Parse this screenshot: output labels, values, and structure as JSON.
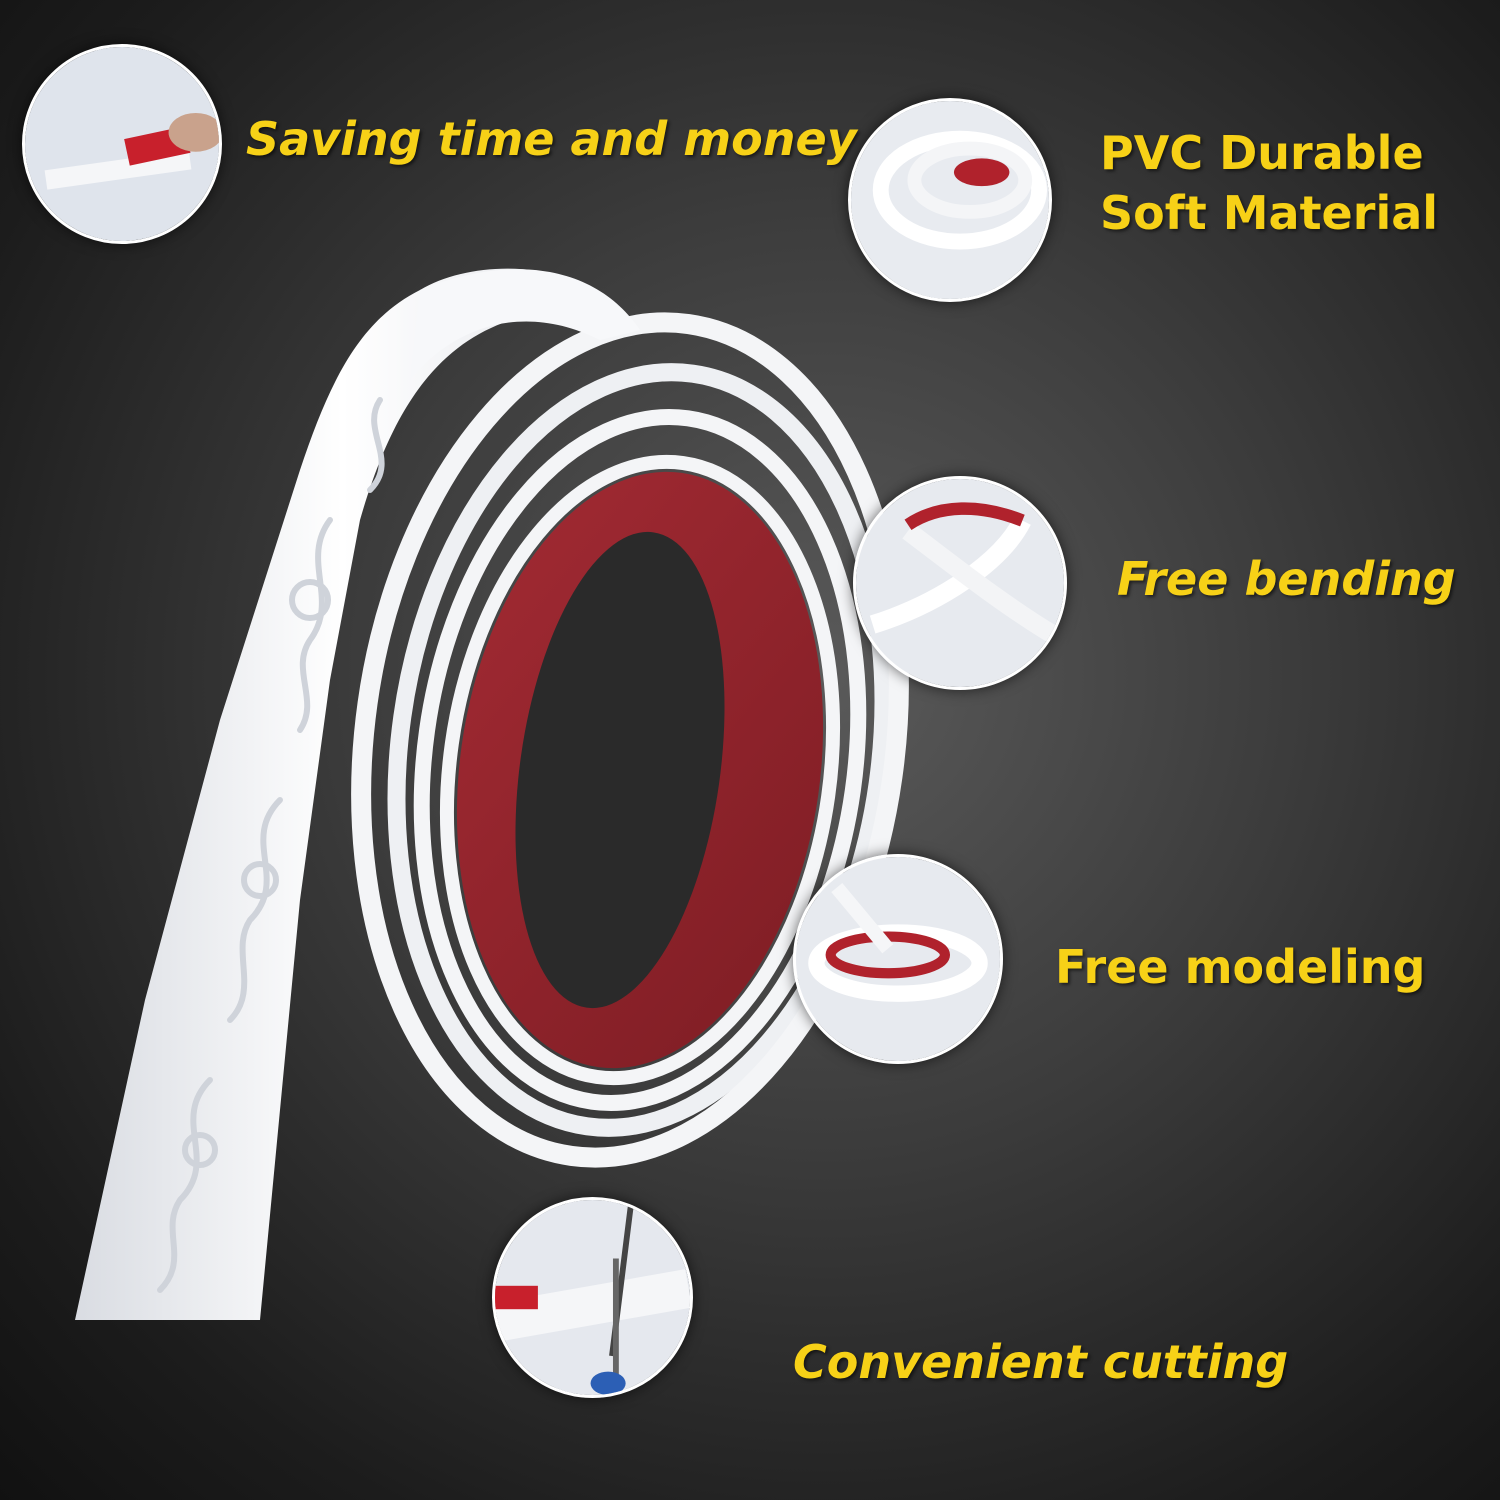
{
  "colors": {
    "caption": "#f7d117",
    "strip_white": "#f4f5f7",
    "adhesive_red": "#9a262d",
    "background_dark": "#1c1c1c"
  },
  "features": [
    {
      "label": "Saving time and money",
      "icon": "peel-adhesive-icon"
    },
    {
      "label_lines": [
        "PVC Durable",
        "Soft Material"
      ],
      "icon": "coiled-strip-icon"
    },
    {
      "label": "Free bending",
      "icon": "bent-strip-icon"
    },
    {
      "label": "Free modeling",
      "icon": "shaped-strip-icon"
    },
    {
      "label": "Convenient cutting",
      "icon": "scissors-icon"
    }
  ]
}
